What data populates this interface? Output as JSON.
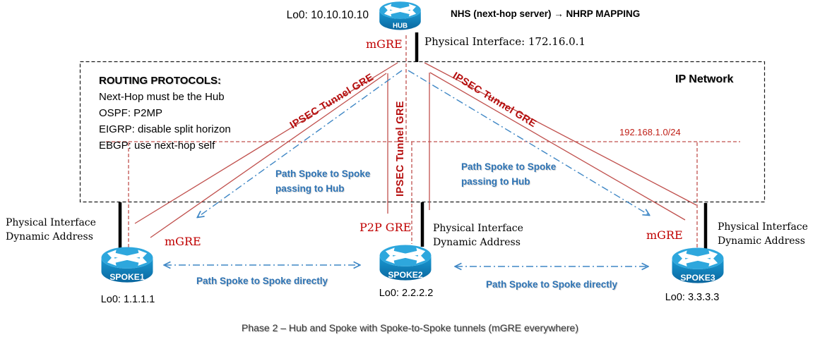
{
  "title": {
    "caption": "Phase 2 – Hub and Spoke with Spoke-to-Spoke tunnels (mGRE everywhere)"
  },
  "hub": {
    "label": "HUB",
    "loopback": "Lo0: 10.10.10.10",
    "nhs_note": "NHS (next-hop server) → NHRP MAPPING",
    "physical_interface": "Physical Interface: 172.16.0.1",
    "tunnel_type": "mGRE"
  },
  "network": {
    "label": "IP Network",
    "subnet": "192.168.1.0/24",
    "routing": {
      "heading": "ROUTING PROTOCOLS:",
      "rules": [
        "Next-Hop must be the Hub",
        "OSPF: P2MP",
        "EIGRP: disable split horizon",
        "EBGP: use next-hop self"
      ]
    }
  },
  "tunnels": {
    "left": "IPSEC Tunnel GRE",
    "center": "IPSEC Tunnel GRE",
    "right": "IPSEC Tunnel GRE"
  },
  "paths": {
    "via_hub_left": "Path Spoke to Spoke passing to Hub",
    "via_hub_right": "Path Spoke to Spoke passing to Hub",
    "direct_left": "Path Spoke to Spoke directly",
    "direct_right": "Path Spoke to Spoke directly"
  },
  "spokes": [
    {
      "label": "SPOKE1",
      "loopback": "Lo0: 1.1.1.1",
      "tunnel_type": "mGRE",
      "physical_line1": "Physical Interface",
      "physical_line2": "Dynamic Address"
    },
    {
      "label": "SPOKE2",
      "loopback": "Lo0: 2.2.2.2",
      "tunnel_type": "P2P GRE",
      "physical_line1": "Physical Interface",
      "physical_line2": "Dynamic Address"
    },
    {
      "label": "SPOKE3",
      "loopback": "Lo0: 3.3.3.3",
      "tunnel_type": "mGRE",
      "physical_line1": "Physical Interface",
      "physical_line2": "Dynamic Address"
    }
  ],
  "colors": {
    "tunnel_line_red": "#c0504d",
    "label_red": "#c00000",
    "path_blue": "#2e74b5",
    "router_blue": "#1590cb",
    "text_black": "#000000"
  }
}
